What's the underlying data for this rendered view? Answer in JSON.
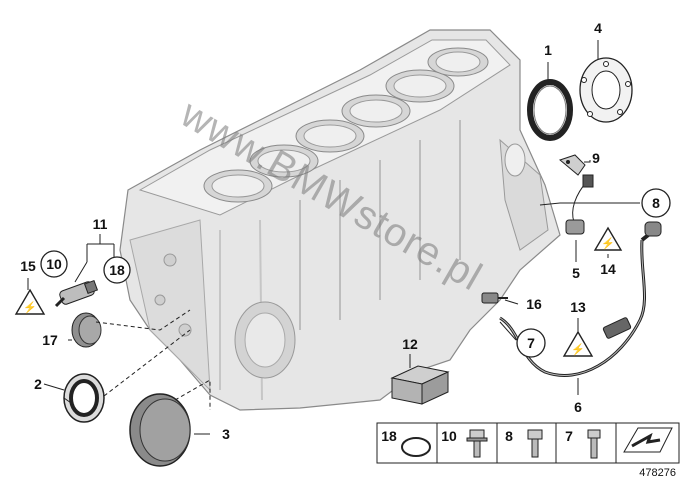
{
  "watermark": "www.BMWstore.pl",
  "diagram_number": "478276",
  "callouts": {
    "c1": "1",
    "c2": "2",
    "c3": "3",
    "c4": "4",
    "c5": "5",
    "c6": "6",
    "c7": "7",
    "c8": "8",
    "c9": "9",
    "c10": "10",
    "c11": "11",
    "c12": "12",
    "c13": "13",
    "c14": "14",
    "c15": "15",
    "c16": "16",
    "c17": "17",
    "c18": "18"
  },
  "legend": {
    "l18": "18",
    "l10": "10",
    "l8": "8",
    "l7": "7"
  },
  "colors": {
    "line": "#222222",
    "block_fill": "#e6e6e6",
    "block_shade": "#cfcfcf",
    "watermark": "#7a7a7a"
  }
}
